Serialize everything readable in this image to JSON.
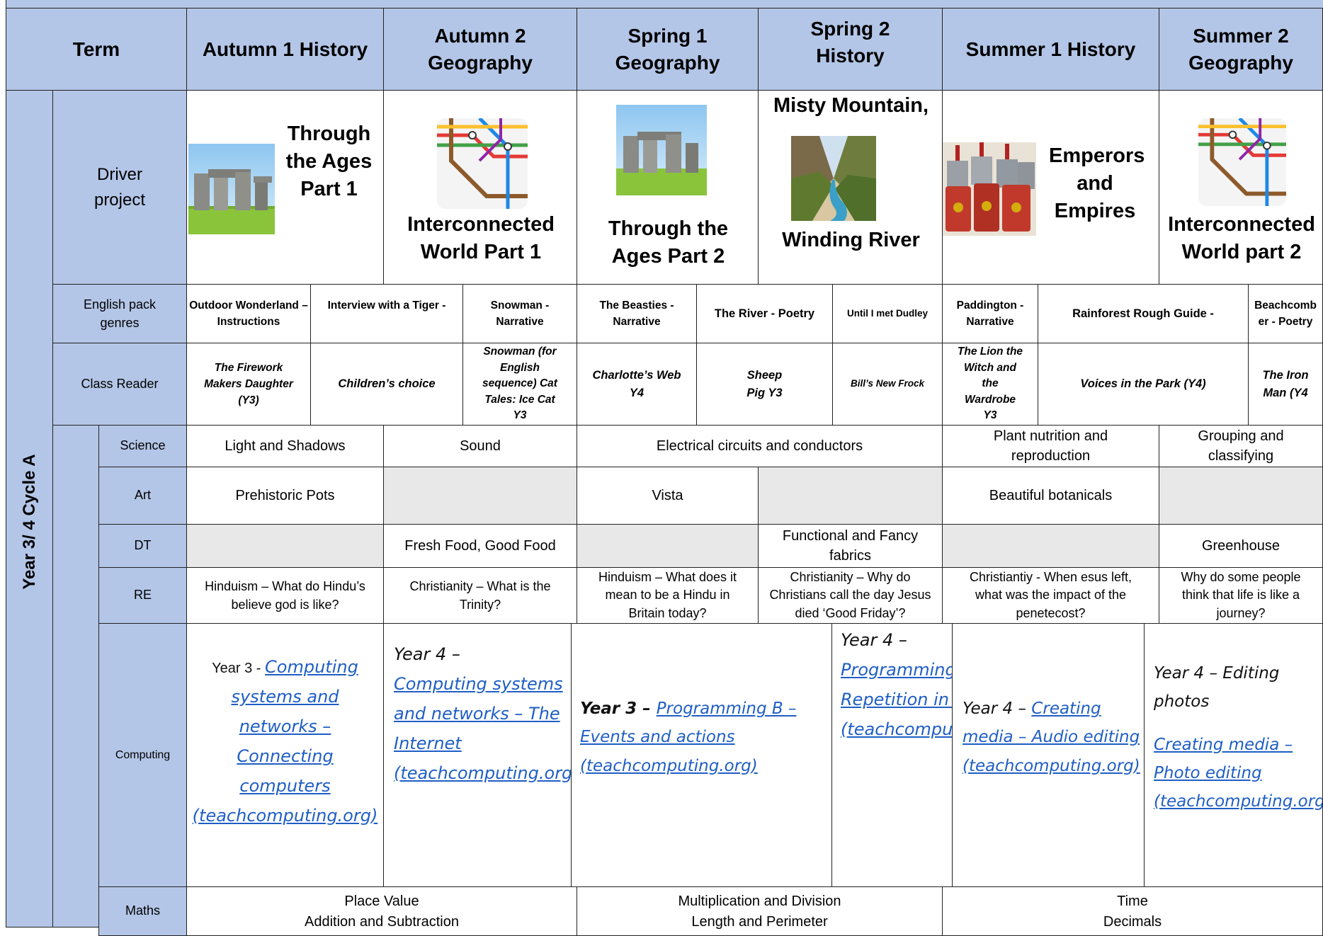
{
  "header": {
    "term_label": "Term",
    "terms": [
      "Autumn 1 History",
      "Autumn 2 Geography",
      "Spring 1 Geography",
      "Spring 2 History",
      "Summer 1 History",
      "Summer 2 Geography"
    ]
  },
  "sidebar": {
    "label": "Year 3/ 4 Cycle A"
  },
  "driver": {
    "label": "Driver project",
    "projects": [
      {
        "title": "Through the Ages Part 1",
        "icon": "stonehenge-image"
      },
      {
        "title": "Interconnected World Part 1",
        "icon": "transit-map-image"
      },
      {
        "title": "Through the Ages Part 2",
        "icon": "stonehenge-image"
      },
      {
        "title_top": "Misty Mountain,",
        "title_bottom": "Winding River",
        "icon": "mountain-valley-image"
      },
      {
        "title": "Emperors and Empires",
        "icon": "roman-soldiers-image"
      },
      {
        "title": "Interconnected World part 2",
        "icon": "transit-map-image"
      }
    ]
  },
  "english": {
    "label": "English pack genres",
    "items": [
      "Outdoor Wonderland – Instructions",
      "Interview with a Tiger -",
      "Snowman - Narrative",
      "The Beasties - Narrative",
      "The River - Poetry",
      "Until I met Dudley",
      "Paddington - Narrative",
      "Rainforest Rough Guide -",
      "Beachcomber - Poetry"
    ]
  },
  "reader": {
    "label": "Class Reader",
    "items": [
      "The Firework Makers Daughter (Y3)",
      "Children’s choice",
      "Snowman (for English sequence) Cat Tales: Ice Cat Y3",
      "Charlotte’s Web Y4",
      "Sheep Pig Y3",
      "Bill’s New Frock",
      "The Lion the Witch and the Wardrobe Y3",
      "Voices in the Park (Y4)",
      "The Iron Man (Y4"
    ]
  },
  "subjects": {
    "science": {
      "label": "Science",
      "items": [
        "Light and Shadows",
        "Sound",
        "Electrical circuits and conductors",
        "Plant nutrition and reproduction",
        "Grouping and classifying"
      ]
    },
    "art": {
      "label": "Art",
      "items": [
        "Prehistoric Pots",
        "",
        "Vista",
        "",
        "Beautiful botanicals",
        ""
      ]
    },
    "dt": {
      "label": "DT",
      "items": [
        "",
        "Fresh Food, Good Food",
        "",
        "Functional and Fancy fabrics",
        "",
        "Greenhouse"
      ]
    },
    "re": {
      "label": "RE",
      "items": [
        "Hinduism – What do Hindu’s believe god is like?",
        "Christianity – What is the Trinity?",
        "Hinduism – What does it mean to be a Hindu in Britain today?",
        "Christianity – Why do Christians call the day Jesus died ‘Good Friday’?",
        "Christiantiy - When esus left, what was the impact of the penetecost?",
        "Why do some people think that life is like a journey?"
      ]
    },
    "computing": {
      "label": "Computing",
      "c1": {
        "prefix": "Year 3 - ",
        "link": "Computing systems and networks – Connecting computers (teachcomputing.org)"
      },
      "c2": {
        "prefix": "Year 4 –",
        "link": "Computing systems and networks – The Internet (teachcomputing.org)"
      },
      "c3": {
        "prefix": "Year 3 – ",
        "link": "Programming B – Events and actions (teachcomputing.org)"
      },
      "c4": {
        "prefix": "Year 4 –",
        "link": "Programming B – Repetition in games (teachcomputing.org)"
      },
      "c5": {
        "prefix": "Year 4 – ",
        "link": "Creating media – Audio editing (teachcomputing.org)"
      },
      "c6": {
        "prefix": "Year 4 – Editing photos",
        "link": "Creating media – Photo editing (teachcomputing.org)"
      }
    },
    "maths": {
      "label": "Maths",
      "items": [
        [
          "Place Value",
          "Addition and Subtraction"
        ],
        [
          "Multiplication and Division",
          "Length and Perimeter"
        ],
        [
          "Time",
          "Decimals"
        ]
      ]
    }
  }
}
